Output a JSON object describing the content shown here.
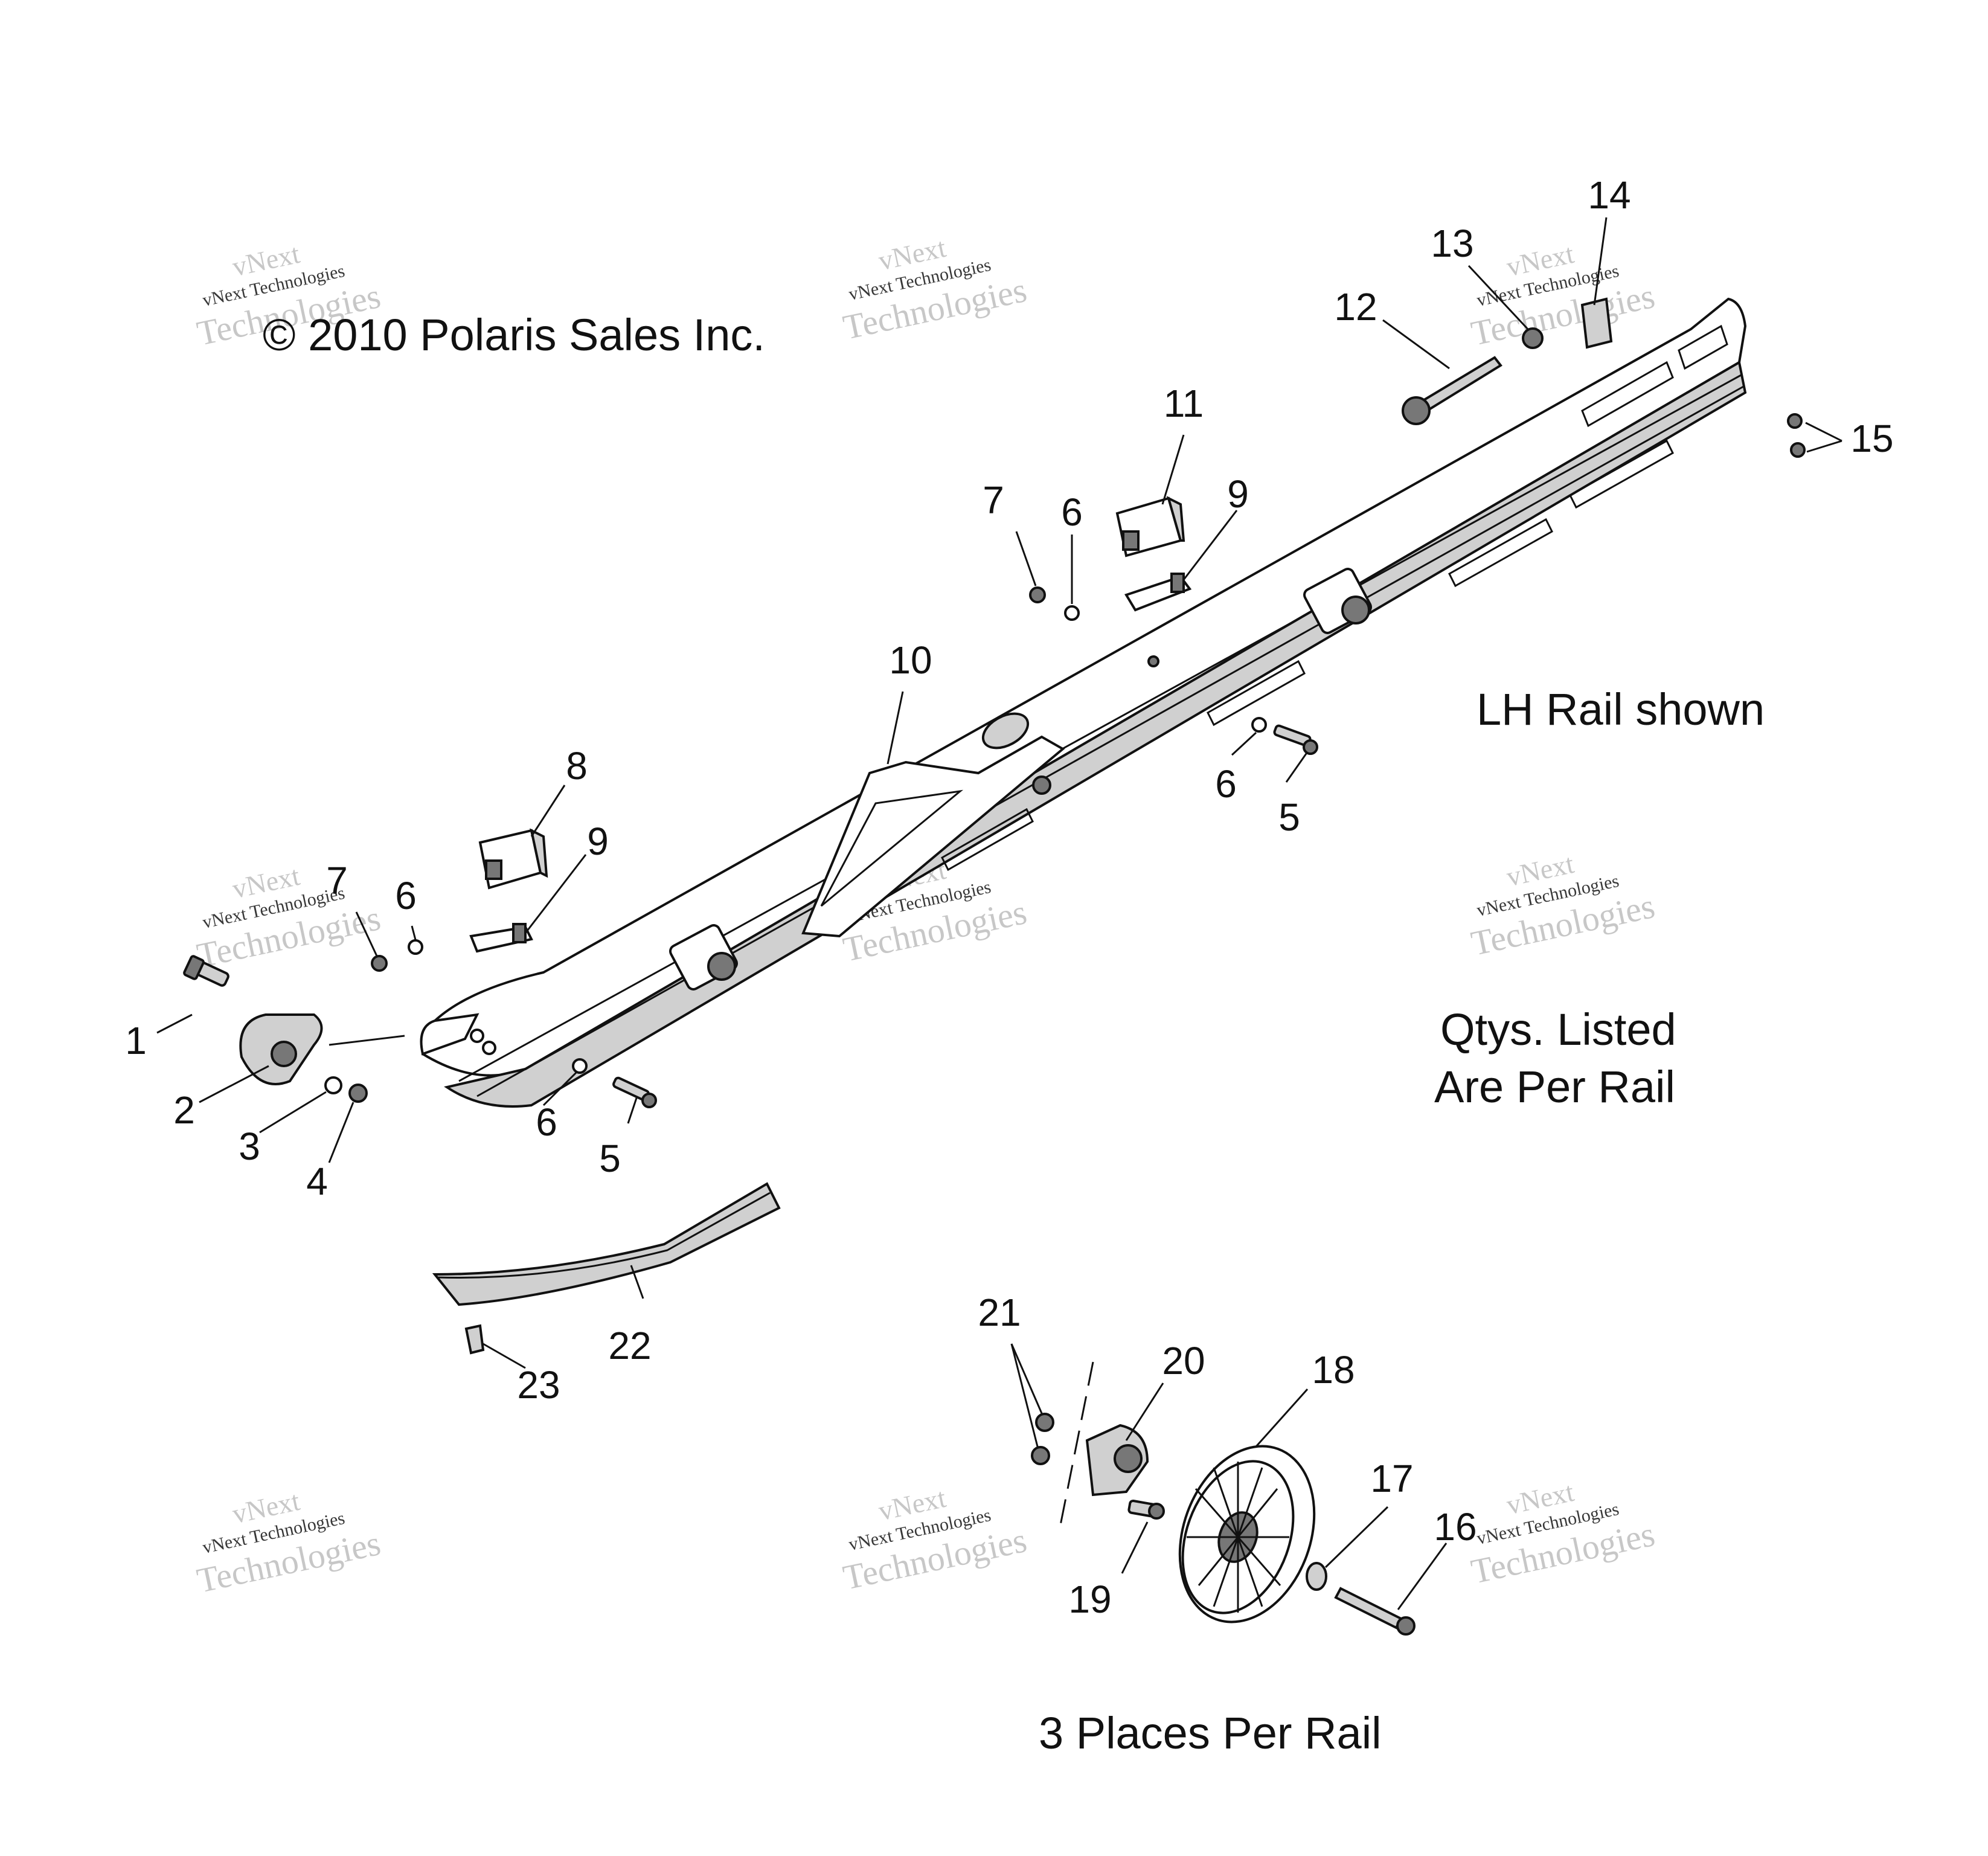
{
  "copyright": "© 2010 Polaris Sales Inc.",
  "notes": {
    "lh_rail": "LH Rail shown",
    "qtys_line1": "Qtys. Listed",
    "qtys_line2": "Are Per Rail",
    "places": "3 Places Per Rail"
  },
  "watermark": {
    "brand": "vNext",
    "small": "vNext Technologies",
    "big": "Technologies"
  },
  "callouts": {
    "c1": "1",
    "c2": "2",
    "c3": "3",
    "c4": "4",
    "c5a": "5",
    "c5b": "5",
    "c6a": "6",
    "c6b": "6",
    "c6c": "6",
    "c6d": "6",
    "c7a": "7",
    "c7b": "7",
    "c8": "8",
    "c9a": "9",
    "c9b": "9",
    "c10": "10",
    "c11": "11",
    "c12": "12",
    "c13": "13",
    "c14": "14",
    "c15": "15",
    "c16": "16",
    "c17": "17",
    "c18": "18",
    "c19": "19",
    "c20": "20",
    "c21": "21",
    "c22": "22",
    "c23": "23"
  }
}
